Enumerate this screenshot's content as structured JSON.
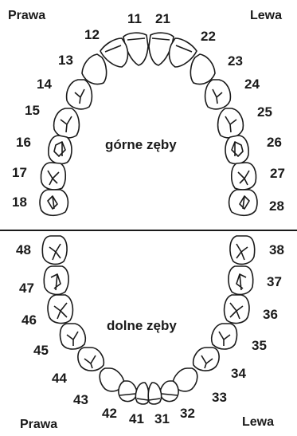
{
  "labels": {
    "upper_right_side": "Prawa",
    "upper_left_side": "Lewa",
    "lower_right_side": "Prawa",
    "lower_left_side": "Lewa",
    "upper_caption": "górne zęby",
    "lower_caption": "dolne zęby"
  },
  "upper_teeth": [
    "11",
    "21",
    "12",
    "22",
    "13",
    "23",
    "14",
    "24",
    "15",
    "25",
    "16",
    "26",
    "17",
    "27",
    "18",
    "28"
  ],
  "lower_teeth": [
    "48",
    "38",
    "47",
    "37",
    "46",
    "36",
    "45",
    "35",
    "44",
    "34",
    "43",
    "33",
    "42",
    "32",
    "41",
    "31"
  ],
  "colors": {
    "ink": "#1a1a1a",
    "background": "#ffffff"
  }
}
